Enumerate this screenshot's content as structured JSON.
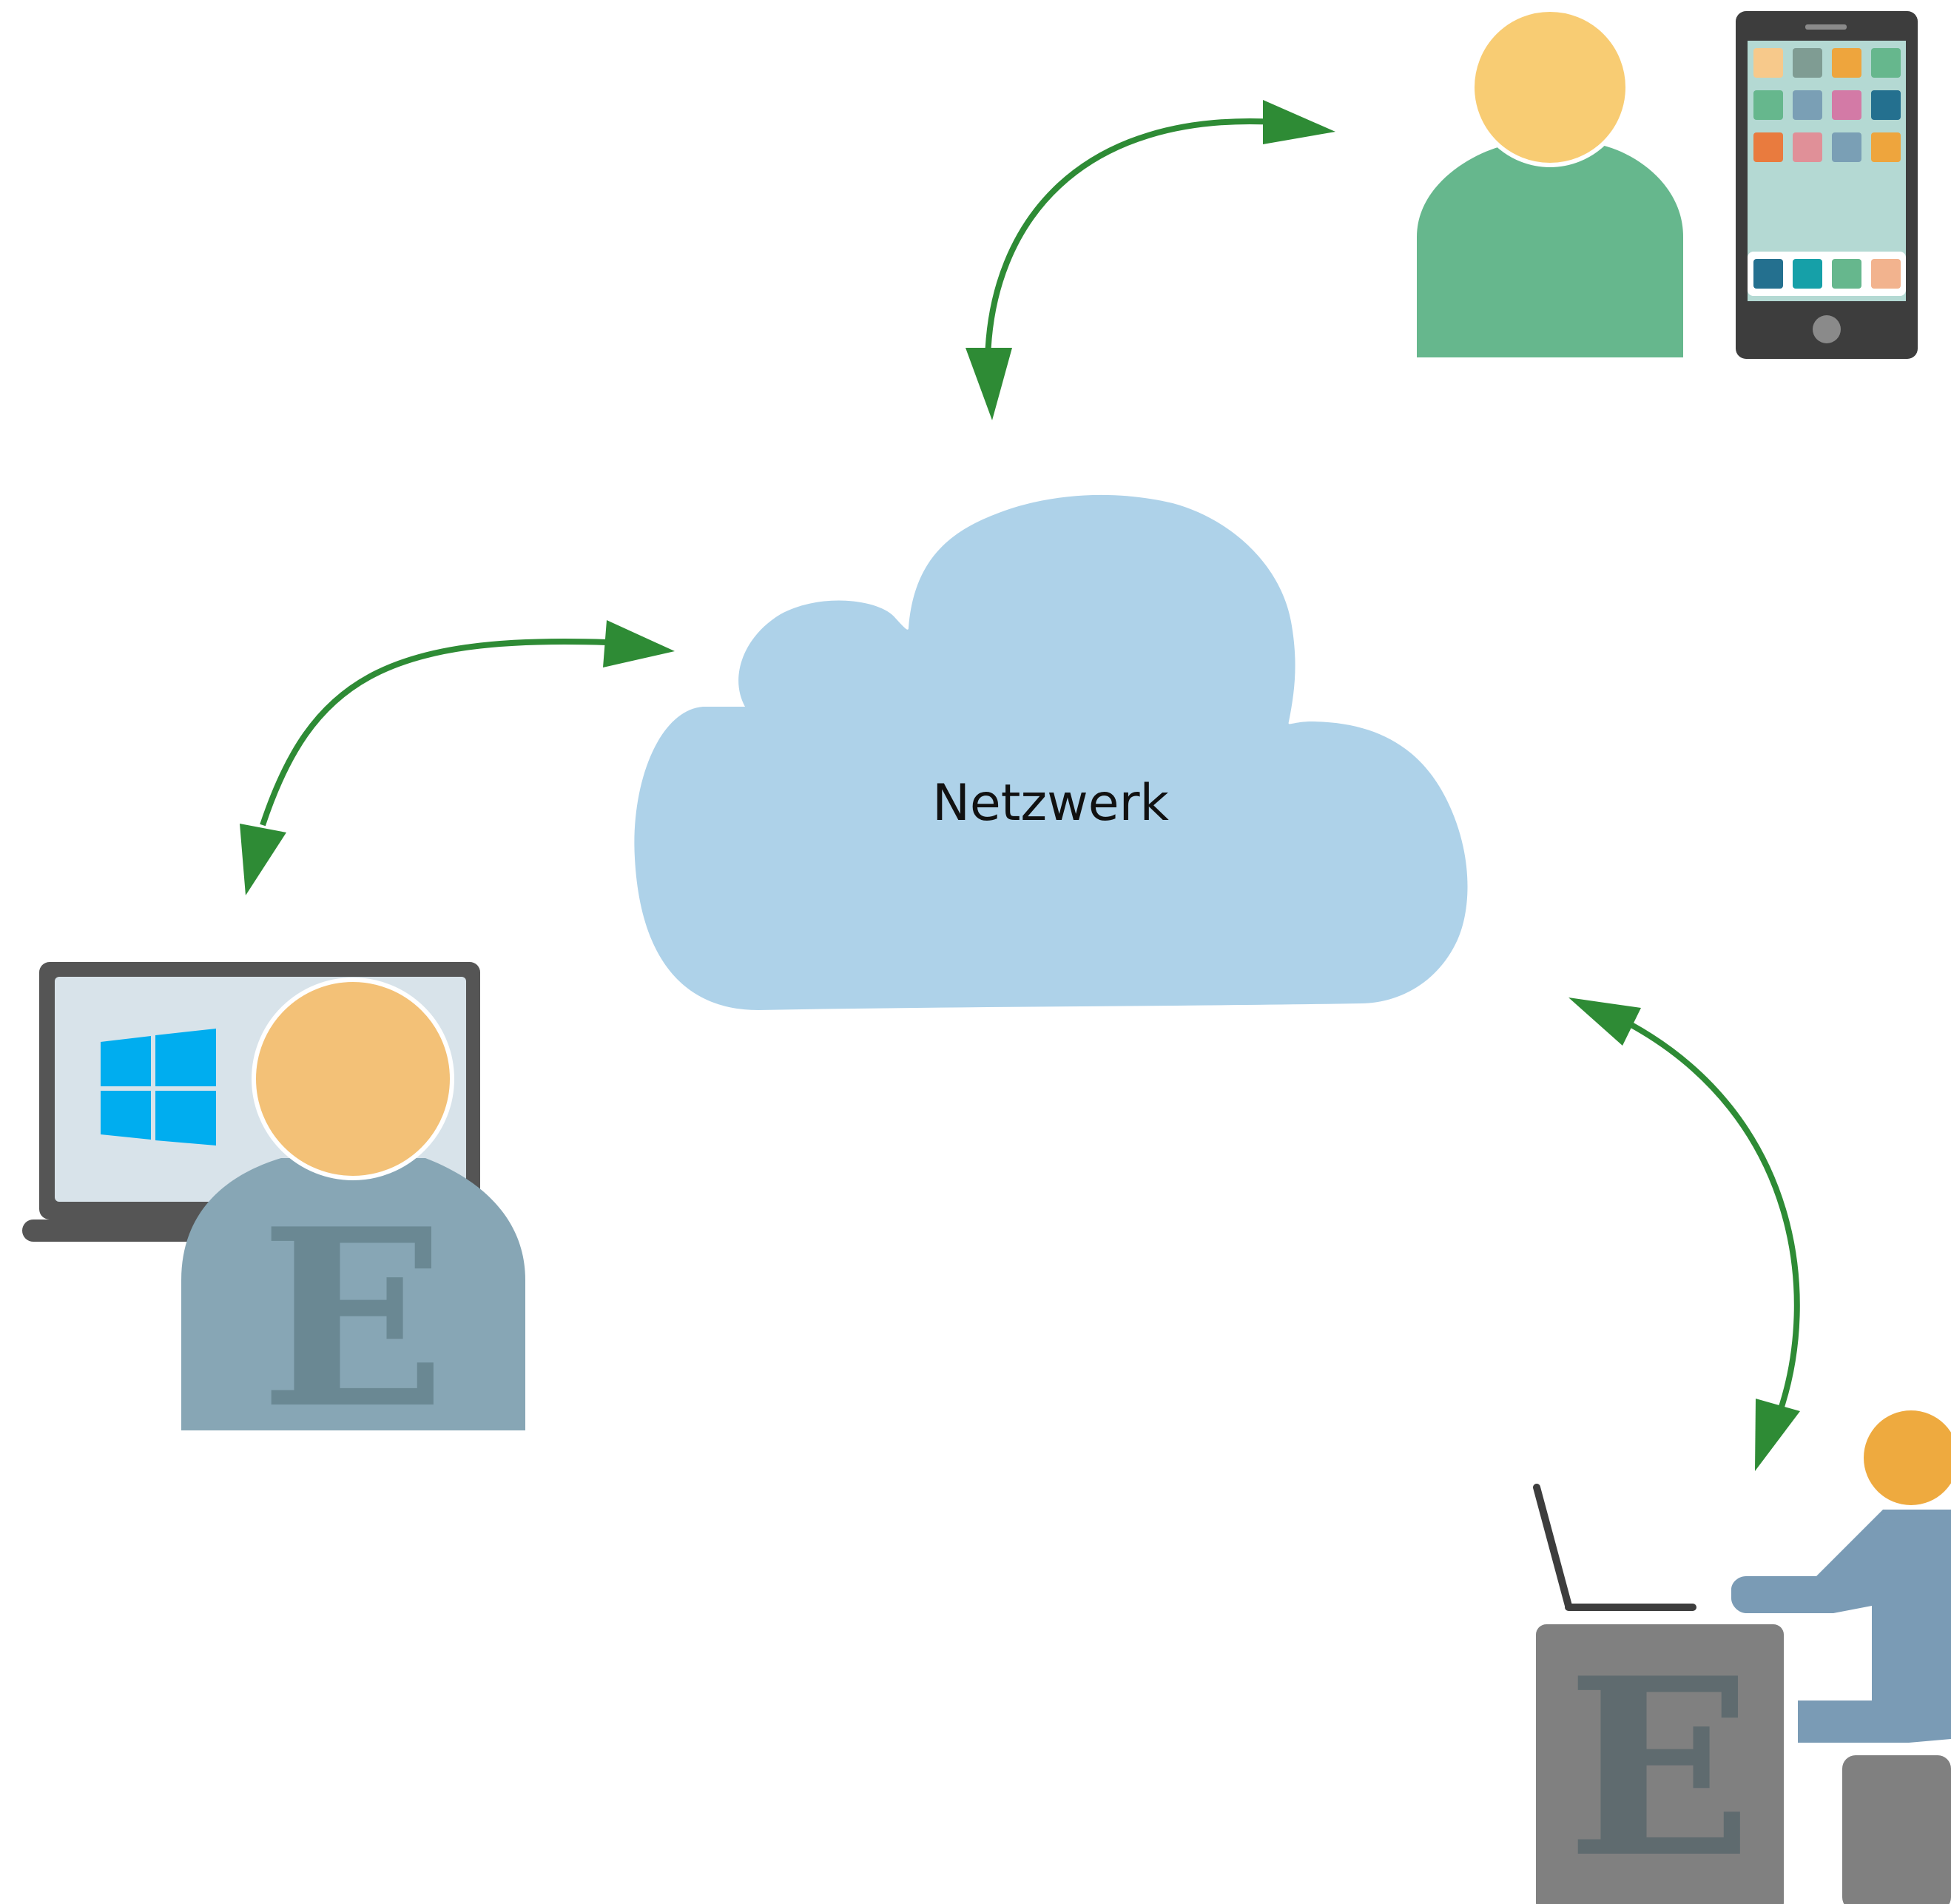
{
  "cloud": {
    "label": "Netzwerk",
    "color": "#AED2E9"
  },
  "arrows": {
    "color": "#2E8B35",
    "connections": [
      {
        "from": "cloud",
        "to": "mobile-user"
      },
      {
        "from": "cloud",
        "to": "windows-user"
      },
      {
        "from": "cloud",
        "to": "desk-user"
      }
    ]
  },
  "mobile_user": {
    "icon": "person-icon",
    "head_color": "#F8CC73",
    "body_color": "#66B78D",
    "device": "smartphone-icon",
    "device_color": "#3D3D3D",
    "screen_color": "#B4D9D3",
    "app_colors": [
      "#F7C98B",
      "#7F9C93",
      "#EEA53D",
      "#66B78D",
      "#66B78D",
      "#7A9FB5",
      "#D37AA6",
      "#24708F",
      "#E97B3E",
      "#E09098",
      "#7A9FB5",
      "#EEA53D"
    ],
    "dock_colors": [
      "#24708F",
      "#16A0A8",
      "#66B78D",
      "#F2B38E"
    ]
  },
  "windows_user": {
    "icon": "person-icon",
    "head_color": "#F3C177",
    "body_color": "#87A6B5",
    "device": "laptop-icon",
    "logo": "windows-logo-icon",
    "logo_color": "#00ADEF",
    "emblem_letter": "E",
    "emblem_color": "#6A8893"
  },
  "desk_user": {
    "icon": "person-at-desk-icon",
    "head_color": "#EEAA3F",
    "body_color": "#7A9BB5",
    "desk_color": "#808080",
    "emblem_letter": "E",
    "emblem_color": "#5F6B6F"
  }
}
